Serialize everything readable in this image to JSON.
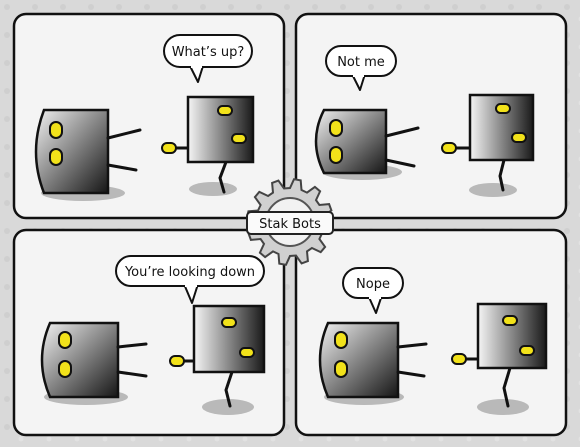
{
  "logo": {
    "text": "Stak Bots"
  },
  "panels": [
    {
      "bubble": "What’s up?"
    },
    {
      "bubble": "Not me"
    },
    {
      "bubble": "You’re looking down"
    },
    {
      "bubble": "Nope"
    }
  ],
  "colors": {
    "background": "#d9d9d9",
    "panel_fill": "#f4f4f4",
    "panel_border": "#111111",
    "robot_light": "#f2f2f2",
    "robot_dark": "#141414",
    "eye_yellow": "#f2e21a",
    "shadow": "#b9b9b9"
  }
}
